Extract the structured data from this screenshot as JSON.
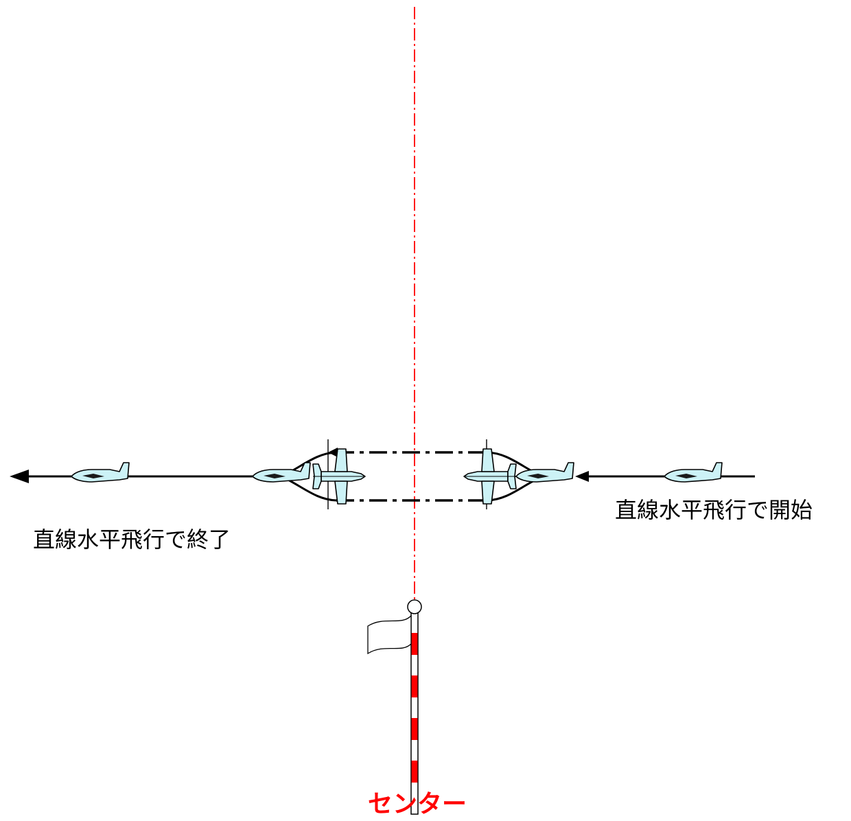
{
  "labels": {
    "start": "直線水平飛行で開始",
    "end": "直線水平飛行で終了",
    "center": "センター"
  },
  "colors": {
    "center_line": "#ff0000",
    "center_text": "#ff0000",
    "plane_fill": "#ccf2f6",
    "pole_red": "#ff0000",
    "line": "#000000"
  },
  "icons": {
    "plane": "airplane-icon",
    "flag": "flag-icon",
    "pole": "center-pole"
  }
}
